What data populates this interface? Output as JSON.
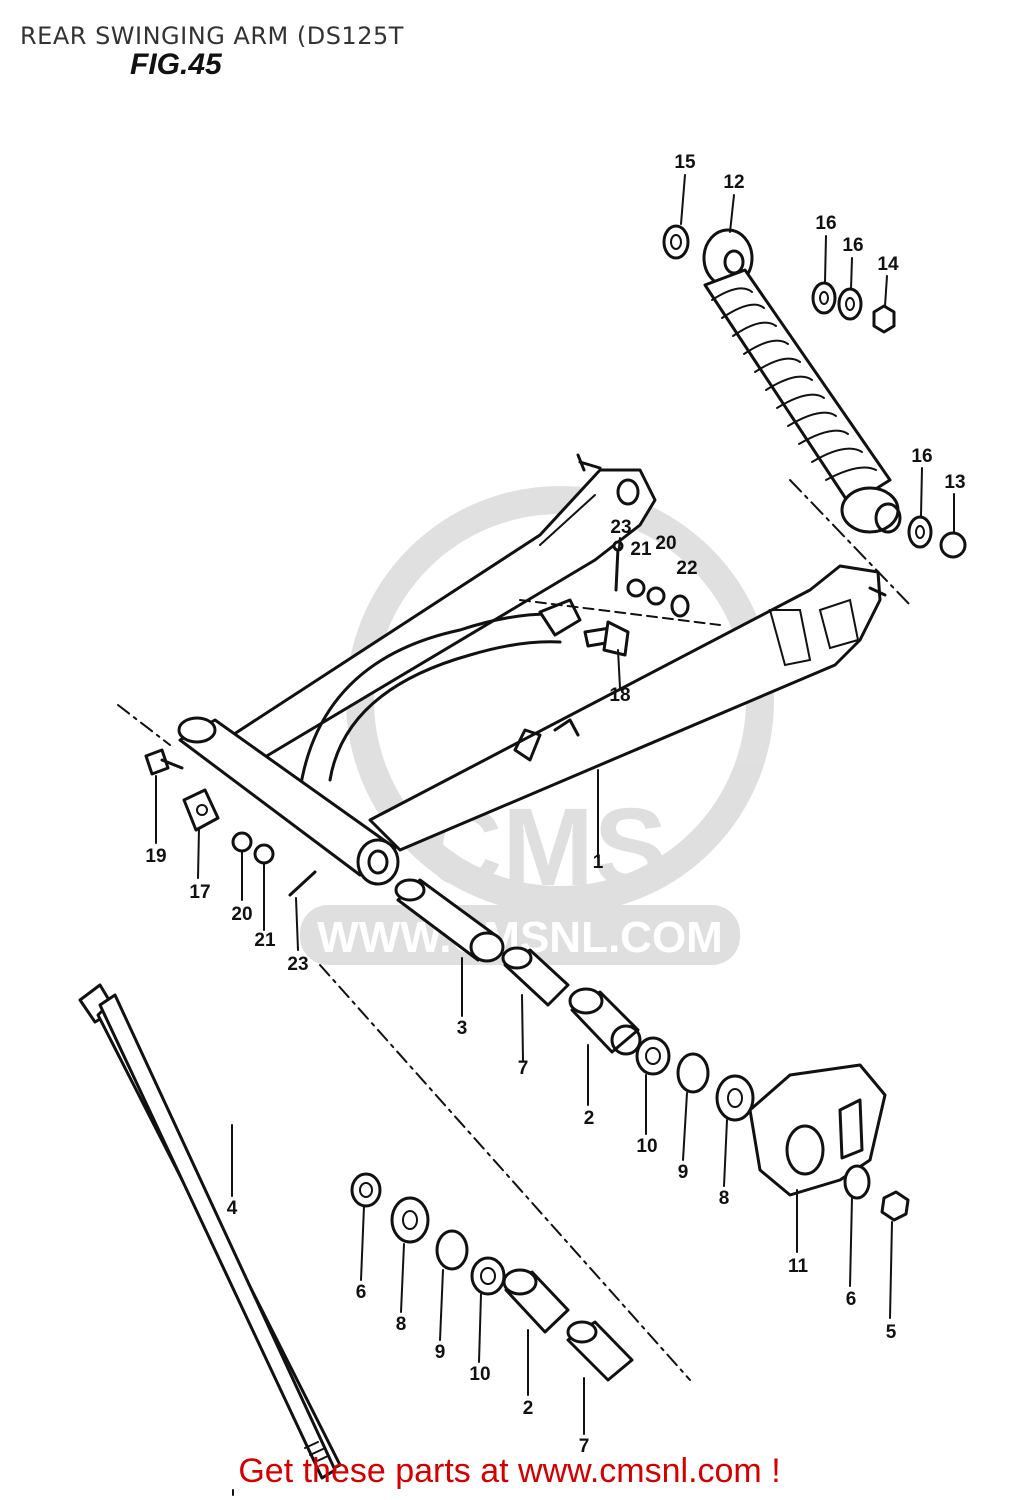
{
  "header": {
    "title": "REAR SWINGING ARM (DS125T",
    "figure": "FIG.45"
  },
  "watermark": {
    "brand": "CMS",
    "url": "WWW.CMSNL.COM"
  },
  "footer": {
    "text": "Get these parts at www.cmsnl.com !",
    "color": "#d40000"
  },
  "callouts": [
    {
      "id": "c15",
      "label": "15"
    },
    {
      "id": "c12",
      "label": "12"
    },
    {
      "id": "c16a",
      "label": "16"
    },
    {
      "id": "c16b",
      "label": "16"
    },
    {
      "id": "c14",
      "label": "14"
    },
    {
      "id": "c16c",
      "label": "16"
    },
    {
      "id": "c13",
      "label": "13"
    },
    {
      "id": "c23a",
      "label": "23"
    },
    {
      "id": "c21a",
      "label": "21"
    },
    {
      "id": "c20a",
      "label": "20"
    },
    {
      "id": "c22",
      "label": "22"
    },
    {
      "id": "c18",
      "label": "18"
    },
    {
      "id": "c1",
      "label": "1"
    },
    {
      "id": "c19",
      "label": "19"
    },
    {
      "id": "c17",
      "label": "17"
    },
    {
      "id": "c20b",
      "label": "20"
    },
    {
      "id": "c21b",
      "label": "21"
    },
    {
      "id": "c23b",
      "label": "23"
    },
    {
      "id": "c3",
      "label": "3"
    },
    {
      "id": "c7a",
      "label": "7"
    },
    {
      "id": "c2a",
      "label": "2"
    },
    {
      "id": "c10a",
      "label": "10"
    },
    {
      "id": "c9a",
      "label": "9"
    },
    {
      "id": "c8a",
      "label": "8"
    },
    {
      "id": "c11",
      "label": "11"
    },
    {
      "id": "c6a",
      "label": "6"
    },
    {
      "id": "c5",
      "label": "5"
    },
    {
      "id": "c4",
      "label": "4"
    },
    {
      "id": "c6b",
      "label": "6"
    },
    {
      "id": "c8b",
      "label": "8"
    },
    {
      "id": "c9b",
      "label": "9"
    },
    {
      "id": "c10b",
      "label": "10"
    },
    {
      "id": "c2b",
      "label": "2"
    },
    {
      "id": "c7b",
      "label": "7"
    }
  ]
}
